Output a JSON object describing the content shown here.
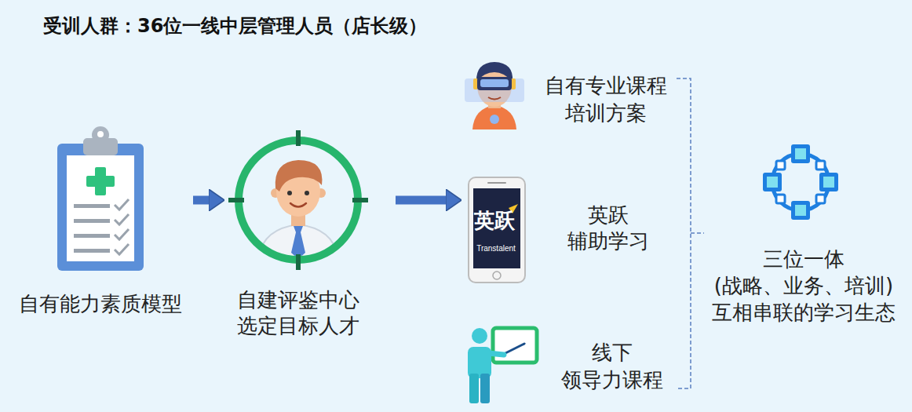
{
  "diagram": {
    "title": "受训人群：36位一线中层管理人员（店长级）",
    "nodes": [
      {
        "text": [
          "自有能力素质模型"
        ]
      },
      {
        "text": [
          "自建评鉴中心 选定目标人才"
        ]
      },
      {
        "text": [
          "自有专业课程 培训方案"
        ]
      },
      {
        "text": [
          "英跃 辅助学习"
        ]
      },
      {
        "text": [
          "线下 领导力课程"
        ]
      },
      {
        "text": [
          "三位一体 (战略、业务、培训) 互相串联的学习生态"
        ]
      }
    ],
    "edges": [
      {
        "from": 0,
        "to": 1,
        "arrow": "to"
      },
      {
        "from": 1,
        "to": 3,
        "arrow": "to"
      }
    ],
    "labels": [
      "英跃",
      "Transtalent"
    ]
  }
}
